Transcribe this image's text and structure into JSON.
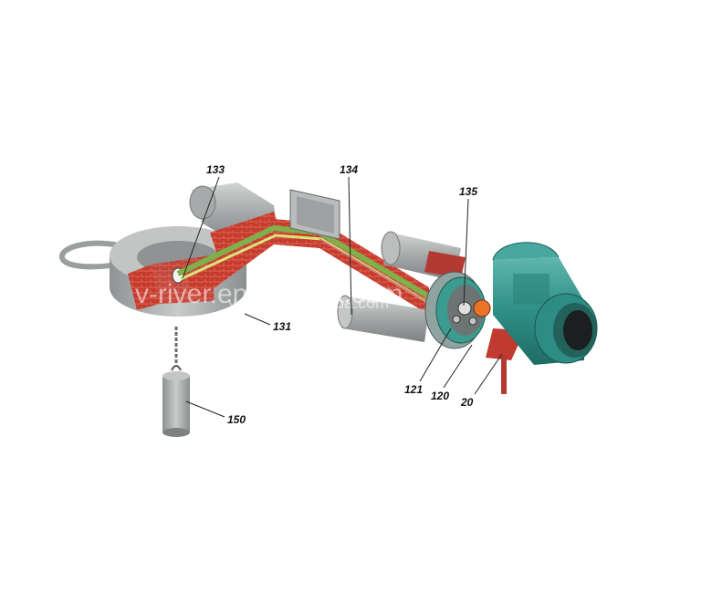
{
  "labels": {
    "l133": "133",
    "l134": "134",
    "l135": "135",
    "l131": "131",
    "l150": "150",
    "l121": "121",
    "l120": "120",
    "l20": "20"
  },
  "watermark": {
    "main": "v-river.en.alibaba.com",
    "small": "v-river.en.alibaba.com"
  },
  "colors": {
    "gray": "#a9abab",
    "red": "#c63b2e",
    "teal": "#2e8f86",
    "yellow_green": "#b8c95a"
  }
}
